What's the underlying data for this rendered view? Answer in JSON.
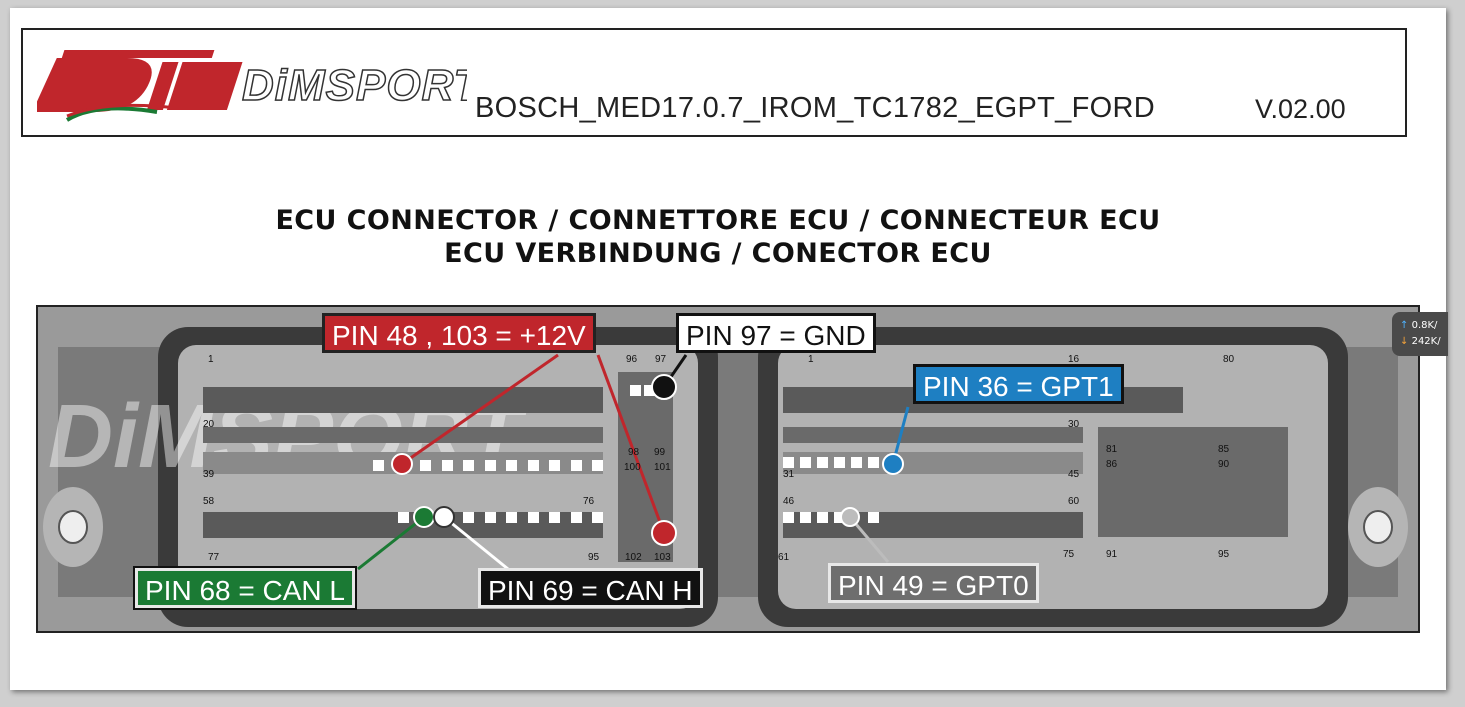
{
  "header": {
    "logo_text": "DiMSPORT",
    "ecu_id": "BOSCH_MED17.0.7_IROM_TC1782_EGPT_FORD",
    "version": "V.02.00"
  },
  "title": {
    "line1": "ECU CONNECTOR / CONNETTORE ECU / CONNECTEUR ECU",
    "line2": "ECU VERBINDUNG / CONECTOR ECU"
  },
  "watermark": "DiMSPORT",
  "connector_numbers": {
    "left": [
      "1",
      "20",
      "39",
      "58",
      "77",
      "96",
      "97",
      "98",
      "99",
      "100",
      "101",
      "102",
      "103",
      "76",
      "95"
    ],
    "right": [
      "1",
      "16",
      "30",
      "31",
      "45",
      "46",
      "60",
      "61",
      "75",
      "80",
      "81",
      "85",
      "86",
      "90",
      "91",
      "95"
    ]
  },
  "pin_labels": {
    "power": "PIN 48 , 103 = +12V",
    "ground": "PIN 97 = GND",
    "gpt1": "PIN 36 = GPT1",
    "can_l": "PIN 68 = CAN L",
    "can_h": "PIN 69 = CAN H",
    "gpt0": "PIN 49 = GPT0"
  },
  "colors": {
    "power": "#c0262c",
    "ground": "#111111",
    "gpt1": "#1e7fc2",
    "can_l": "#1b7a34",
    "can_h": "#ffffff",
    "gpt0": "#8a8a8a"
  },
  "net_widget": {
    "upload": "0.8",
    "upload_unit": "K/",
    "download": "242",
    "download_unit": "K/"
  }
}
